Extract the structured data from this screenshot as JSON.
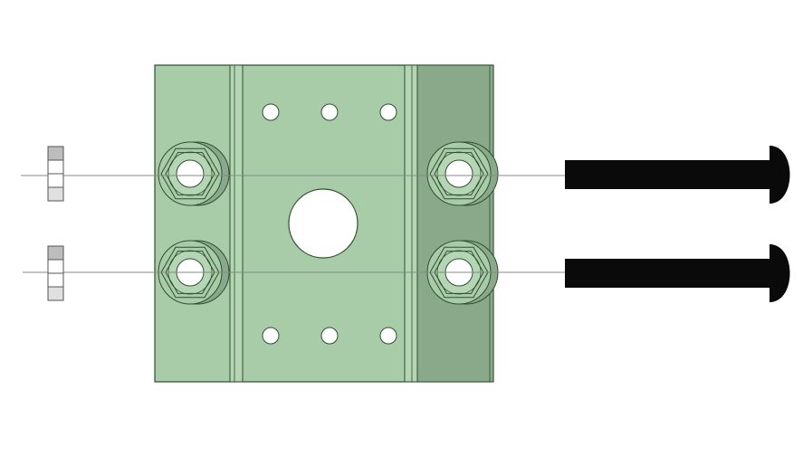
{
  "colors": {
    "background": "#ffffff",
    "plate_fill": "#a8cba8",
    "plate_shaded_fill": "#8aa88a",
    "plate_outline": "#2f4f2f",
    "groove_fill": "#b5d6b5",
    "hole_fill": "#ffffff",
    "bolt_fill": "#0a0a0a",
    "nut_light": "#e0e0e0",
    "nut_mid": "#bdbdbd",
    "nut_outline": "#555555",
    "axis_line": "#888888"
  },
  "icons": {
    "plate": "motor-mount-plate",
    "hex_nut_pocket": "hex-nut-pocket",
    "bolt": "button-head-bolt",
    "nut": "hex-nut-side"
  }
}
